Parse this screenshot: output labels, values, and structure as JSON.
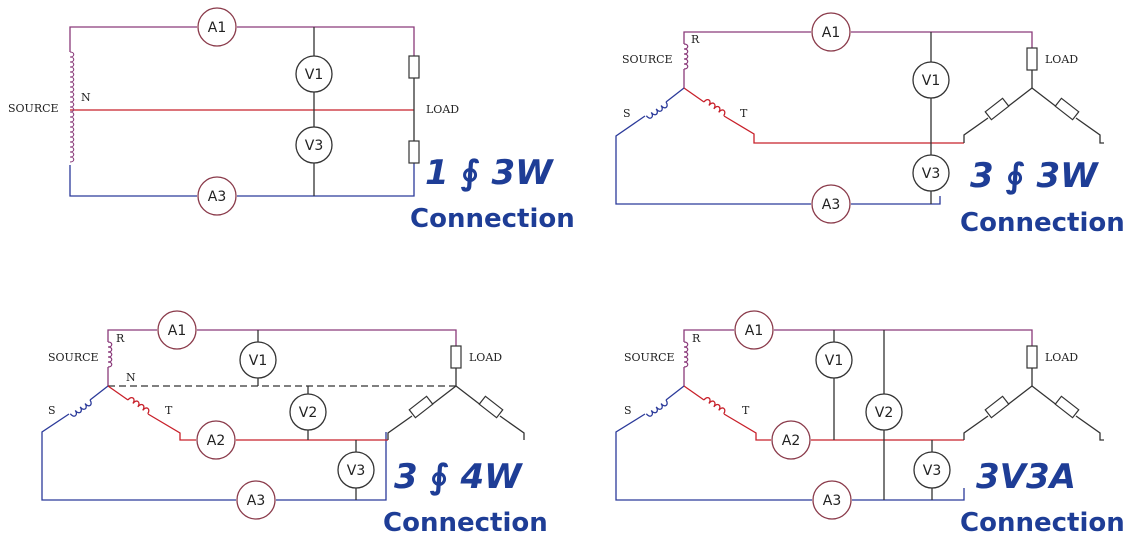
{
  "labels": {
    "source": "SOURCE",
    "load": "LOAD",
    "n": "N",
    "r": "R",
    "s": "S",
    "t": "T",
    "a1": "A1",
    "a2": "A2",
    "a3": "A3",
    "v1": "V1",
    "v2": "V2",
    "v3": "V3",
    "connection": "Connection"
  },
  "titles": {
    "d1": "1 ∮ 3W",
    "d2": "3 ∮ 3W",
    "d3": "3 ∮ 4W",
    "d4": "3V3A"
  },
  "colors": {
    "red_wire": "#c8202a",
    "blue_wire": "#2b3a9a",
    "purple_wire": "#8a3a7a",
    "title_blue": "#1e3d96"
  }
}
